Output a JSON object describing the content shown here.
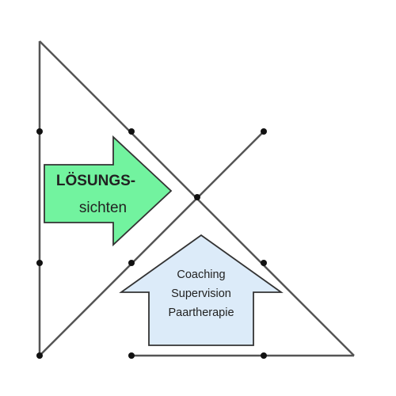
{
  "diagram": {
    "right_arrow": {
      "lines": [
        "LÖSUNGS-",
        "sichten"
      ],
      "fill": "#72f39f"
    },
    "up_arrow": {
      "lines": [
        "Coaching",
        "Supervision",
        "Paartherapie"
      ],
      "fill": "#dcebf9"
    },
    "line_color": "#555555",
    "dot_color": "#111111"
  }
}
